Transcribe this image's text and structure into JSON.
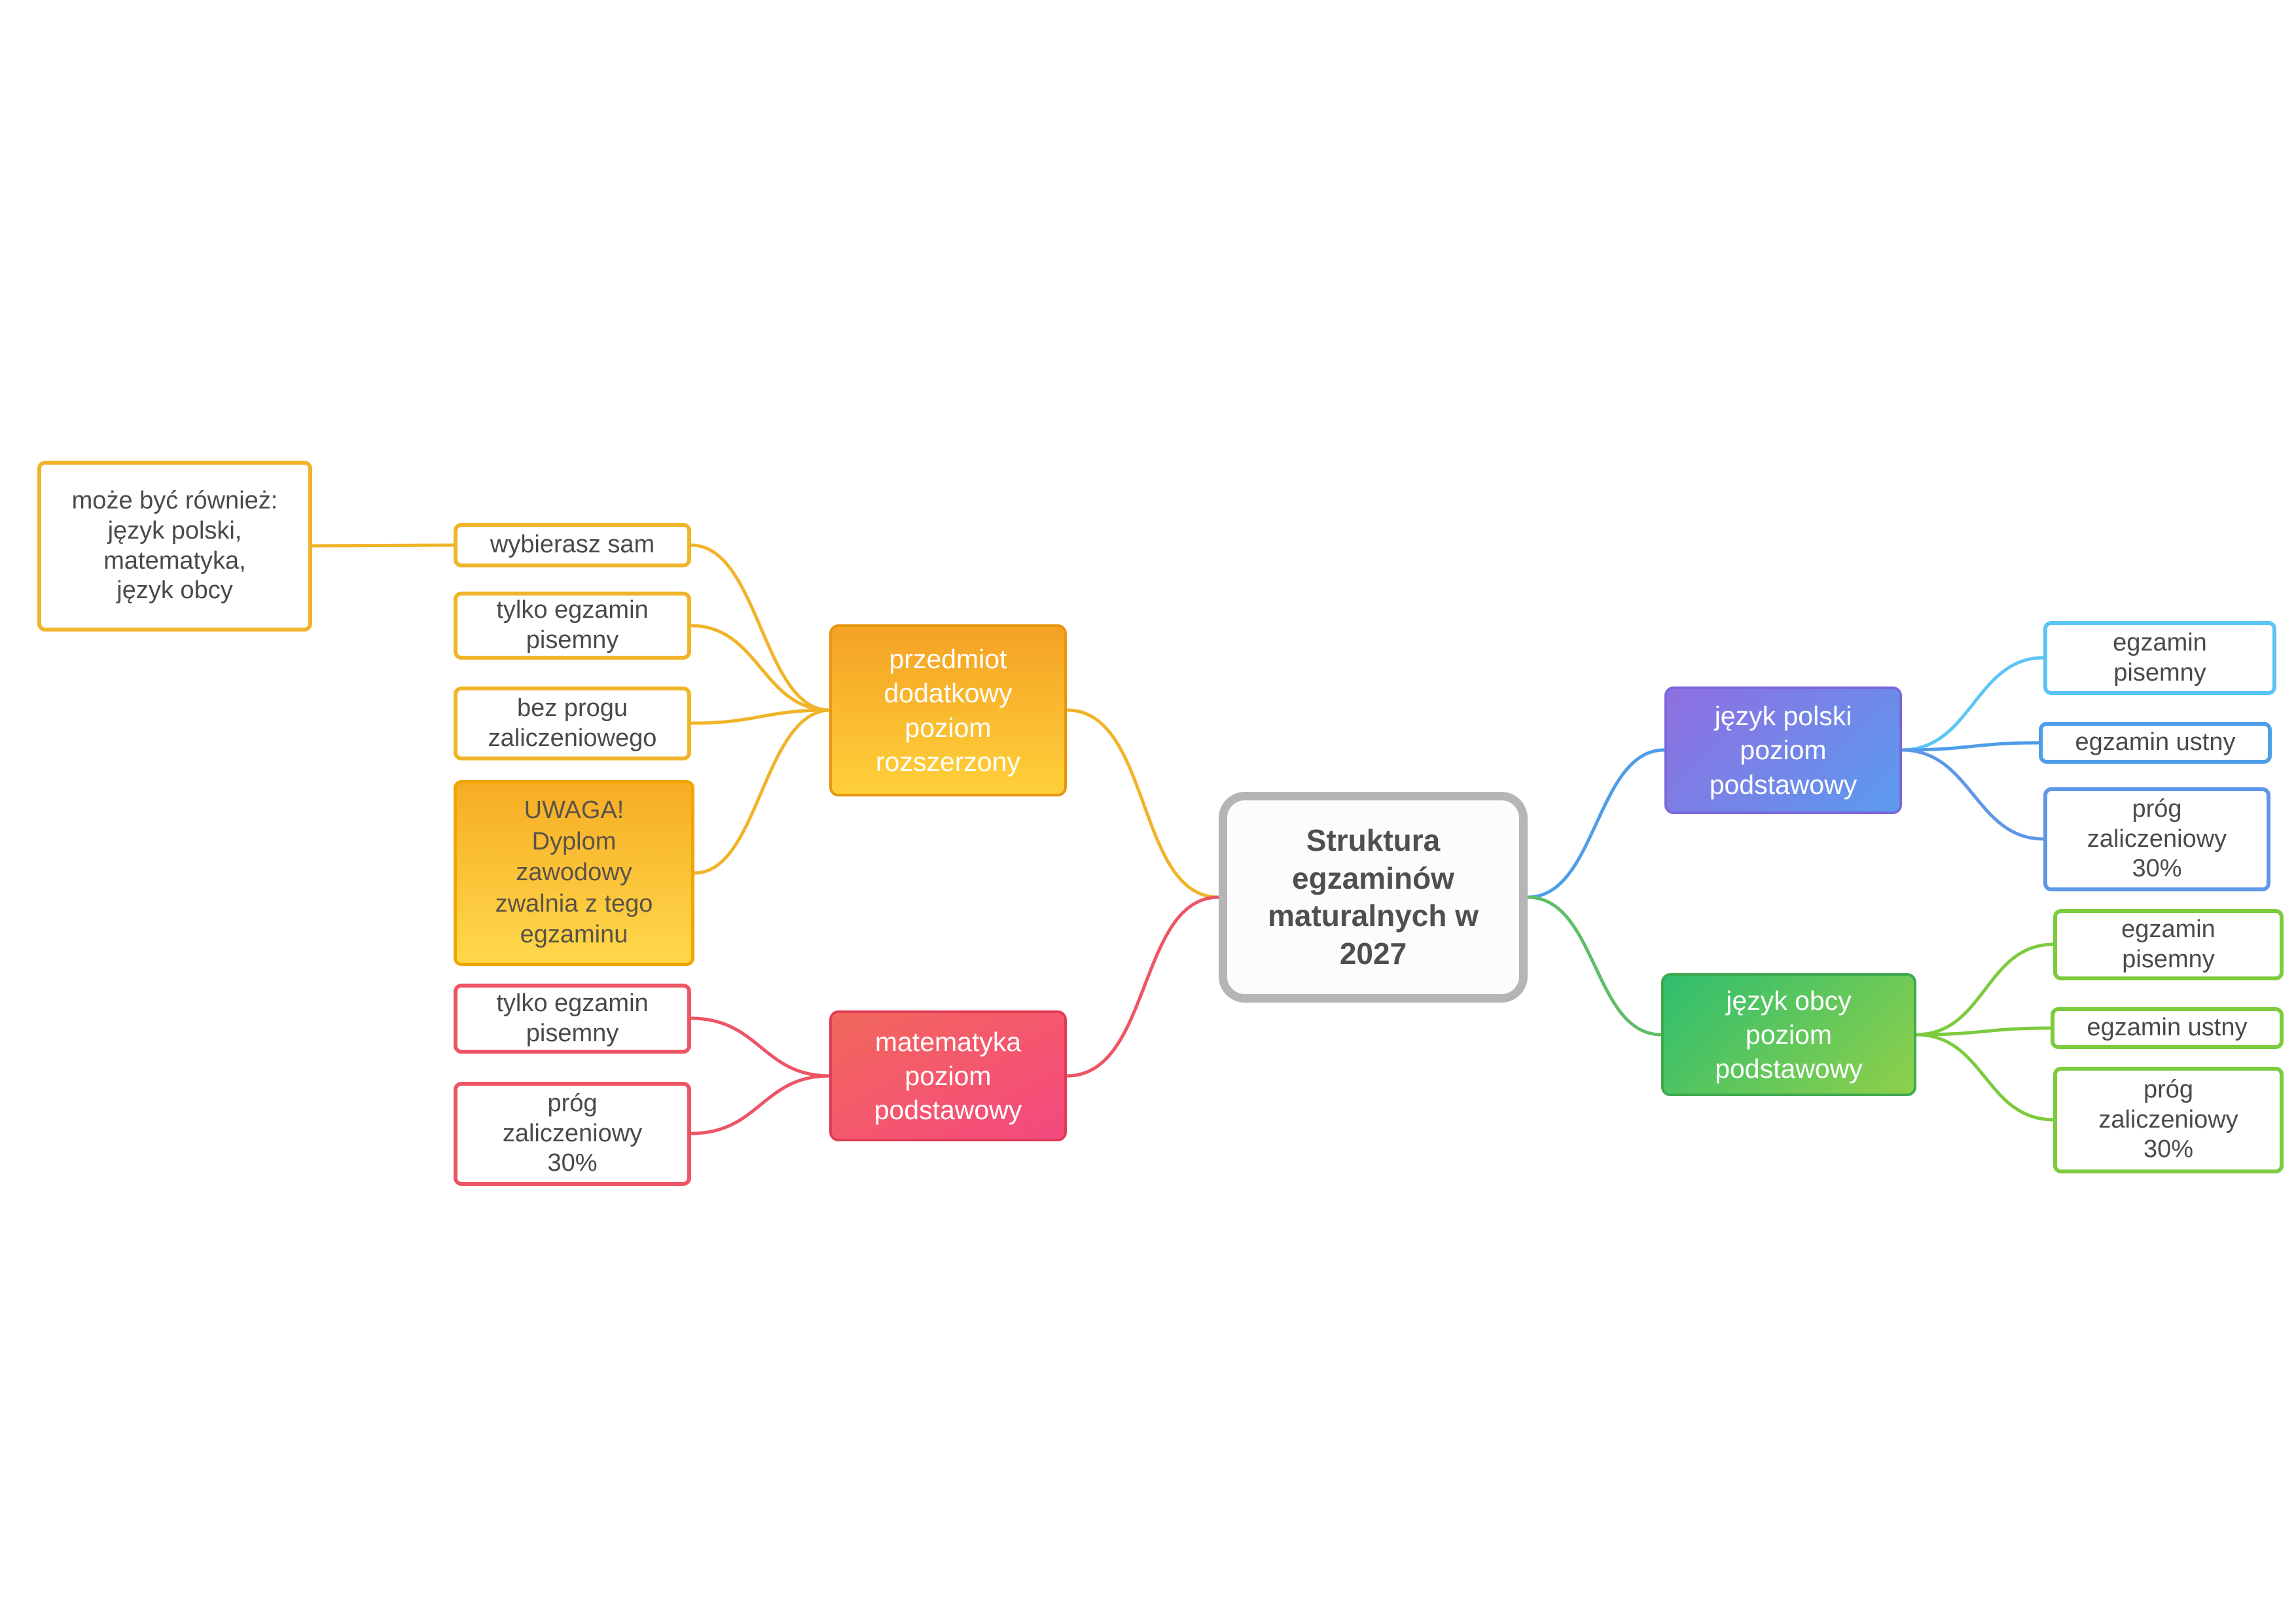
{
  "app": {
    "type": "mindmap"
  },
  "colors": {
    "yellow": "#F0B429",
    "orange_gradient_top": "#F4A224",
    "orange_gradient_bottom": "#FFD03A",
    "uwaga_gradient_top": "#F6AD25",
    "uwaga_gradient_bottom": "#FFD84A",
    "red": "#ED5565",
    "red_gradient_top": "#F2685B",
    "red_gradient_bottom": "#F5487F",
    "purple_gradient_top": "#8F6EE0",
    "blue_gradient_bottom": "#5B9BEF",
    "blue_sky": "#5BC6F5",
    "blue": "#4D9DE8",
    "blue2": "#5E97E8",
    "green_gradient_top": "#2FBE6E",
    "green_gradient_bottom": "#8FD04A",
    "green_line": "#5DBE67",
    "green_light": "#7CCB3D",
    "center_border": "#B5B5B5",
    "text_dark": "#4A4A4A",
    "center_text": "#4F4F4F"
  },
  "root": {
    "label": "Struktura\negzaminów\nmaturalnych w\n2027"
  },
  "branches": {
    "jezyk_polski": {
      "label": "język polski\npoziom\npodstawowy",
      "children": {
        "pisemny": {
          "label": "egzamin\npisemny"
        },
        "ustny": {
          "label": "egzamin ustny"
        },
        "prog": {
          "label": "próg\nzaliczeniowy\n30%"
        }
      }
    },
    "jezyk_obcy": {
      "label": "język obcy\npoziom\npodstawowy",
      "children": {
        "pisemny": {
          "label": "egzamin\npisemny"
        },
        "ustny": {
          "label": "egzamin ustny"
        },
        "prog": {
          "label": "próg\nzaliczeniowy\n30%"
        }
      }
    },
    "przedmiot_dodatkowy": {
      "label": "przedmiot\ndodatkowy\npoziom\nrozszerzony",
      "children": {
        "wybierasz_sam": {
          "label": "wybierasz sam",
          "children": {
            "moze_byc": {
              "label": "może być również:\njęzyk polski,\nmatematyka,\njęzyk obcy"
            }
          }
        },
        "tylko_pisemny": {
          "label": "tylko egzamin\npisemny"
        },
        "bez_progu": {
          "label": "bez progu\nzaliczeniowego"
        },
        "uwaga": {
          "label": "UWAGA!\nDyplom\nzawodowy\nzwalnia z tego\negzaminu"
        }
      }
    },
    "matematyka": {
      "label": "matematyka\npoziom\npodstawowy",
      "children": {
        "tylko_pisemny": {
          "label": "tylko egzamin\npisemny"
        },
        "prog": {
          "label": "próg\nzaliczeniowy\n30%"
        }
      }
    }
  }
}
